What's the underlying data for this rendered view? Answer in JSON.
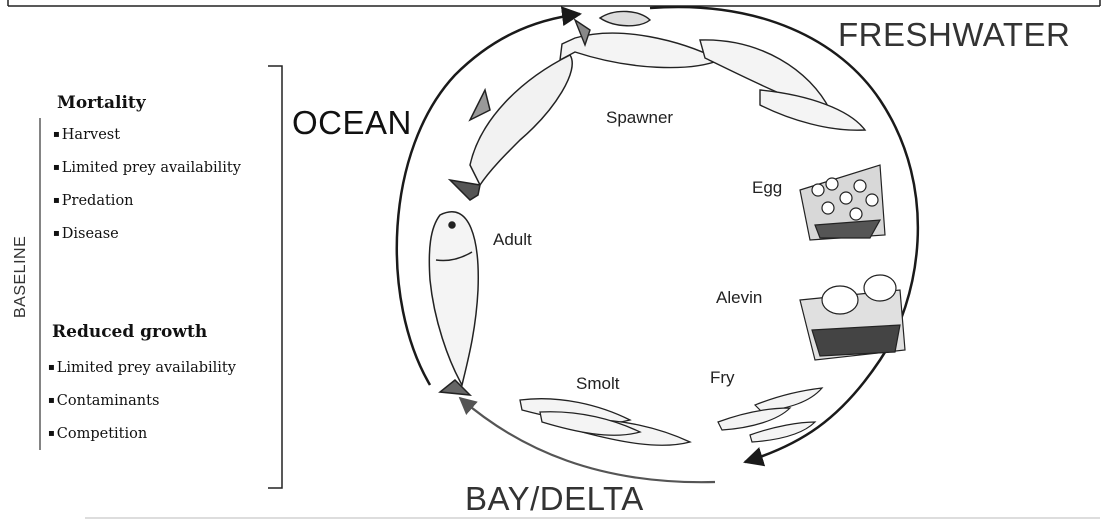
{
  "regions": {
    "ocean": "OCEAN",
    "freshwater": "FRESHWATER",
    "bay_delta": "BAY/DELTA"
  },
  "stages": {
    "spawner": "Spawner",
    "egg": "Egg",
    "adult": "Adult",
    "alevin": "Alevin",
    "fry": "Fry",
    "smolt": "Smolt"
  },
  "side_panel": {
    "axis_label": "BASELINE",
    "mortality": {
      "title": "Mortality",
      "items": [
        "Harvest",
        "Limited prey availability",
        "Predation",
        "Disease"
      ]
    },
    "reduced_growth": {
      "title": "Reduced growth",
      "items": [
        "Limited prey availability",
        "Contaminants",
        "Competition"
      ]
    }
  },
  "colors": {
    "line": "#1a1a1a",
    "arrow_gray": "#555555"
  }
}
